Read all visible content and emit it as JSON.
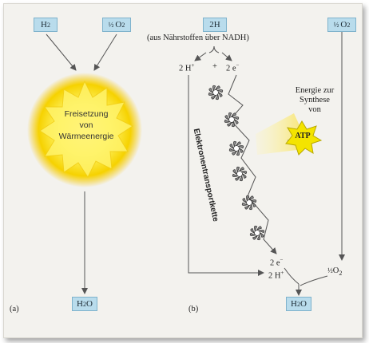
{
  "panel_a": {
    "input_left": "H",
    "input_left_sub": "2",
    "input_right_frac": "½",
    "input_right": "O",
    "input_right_sub": "2",
    "sun_lines": [
      "Freisetzung",
      "von",
      "Wärmeenergie"
    ],
    "output": "H",
    "output_sub": "2",
    "output_tail": "O",
    "panel_label": "(a)"
  },
  "panel_b": {
    "input_left": "2H",
    "input_left_note": "(aus Nährstoffen über NADH)",
    "protons_top": "2 H",
    "plus": "+",
    "electrons_top": "2 e",
    "input_right_frac": "½",
    "input_right": "O",
    "input_right_sub": "2",
    "chain_label": "Elektronentransportkette",
    "energy_lines": [
      "Energie zur",
      "Synthese",
      "von"
    ],
    "atp": "ATP",
    "electrons_bottom": "2 e",
    "protons_bottom": "2 H",
    "oxygen_bottom_frac": "½",
    "oxygen_bottom": "O",
    "oxygen_bottom_sub": "2",
    "output": "H",
    "output_sub": "2",
    "output_tail": "O",
    "panel_label": "(b)"
  },
  "colors": {
    "box_fill": "#b9dcec",
    "sun_core": "#fff56a",
    "sun_glow": "#f6c400",
    "atp_star": "#f4e400",
    "arrow": "#555555"
  }
}
